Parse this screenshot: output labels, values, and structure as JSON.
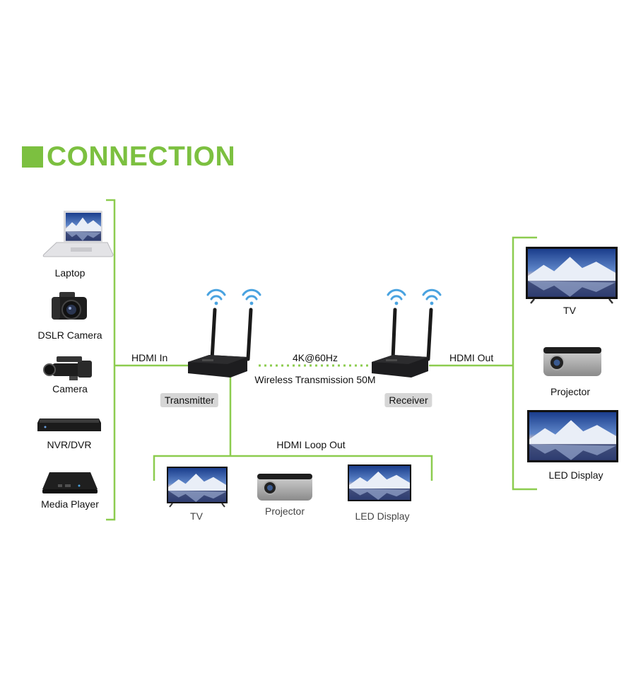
{
  "title": "CONNECTION",
  "colors": {
    "accent": "#7cc040",
    "device_dark": "#1d1d1f",
    "wifi": "#4aa3e0"
  },
  "sources": {
    "items": [
      {
        "label": "Laptop",
        "icon": "laptop-icon"
      },
      {
        "label": "DSLR Camera",
        "icon": "dslr-camera-icon"
      },
      {
        "label": "Camera",
        "icon": "camcorder-icon"
      },
      {
        "label": "NVR/DVR",
        "icon": "nvr-dvr-icon"
      },
      {
        "label": "Media Player",
        "icon": "media-player-icon"
      }
    ]
  },
  "links": {
    "hdmi_in": "HDMI In",
    "hdmi_out": "HDMI Out",
    "resolution": "4K@60Hz",
    "wireless": "Wireless Transmission 50M",
    "loop_out": "HDMI Loop Out"
  },
  "devices": {
    "transmitter": "Transmitter",
    "receiver": "Receiver"
  },
  "loop_displays": [
    {
      "label": "TV",
      "icon": "tv-icon"
    },
    {
      "label": "Projector",
      "icon": "projector-icon"
    },
    {
      "label": "LED Display",
      "icon": "led-display-icon"
    }
  ],
  "out_displays": [
    {
      "label": "TV",
      "icon": "tv-icon"
    },
    {
      "label": "Projector",
      "icon": "projector-icon"
    },
    {
      "label": "LED Display",
      "icon": "led-display-icon"
    }
  ]
}
